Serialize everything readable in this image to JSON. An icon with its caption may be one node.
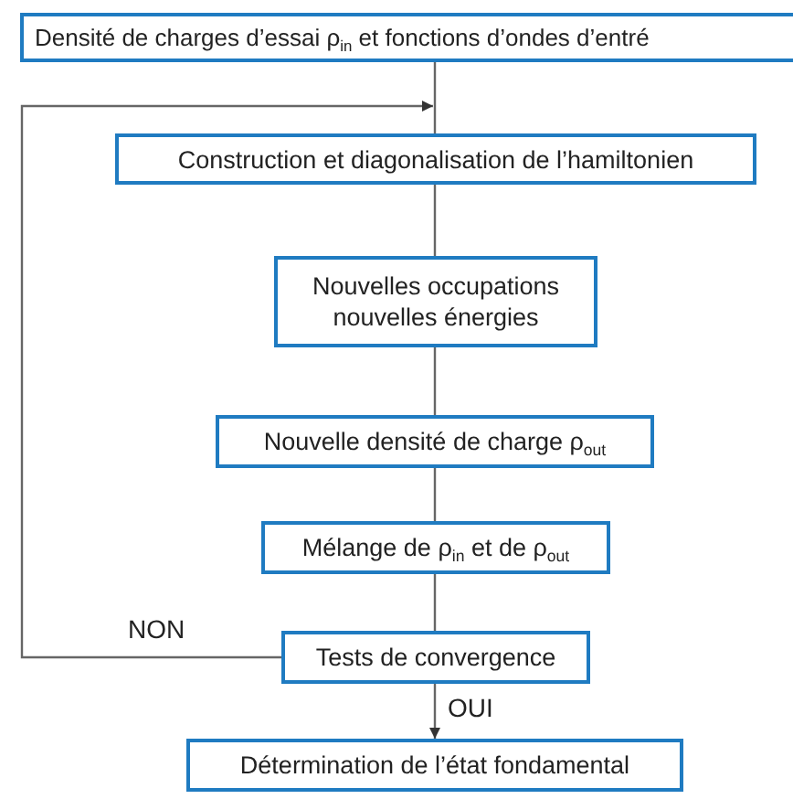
{
  "diagram": {
    "nodes": [
      {
        "text": [
          "Densité de charges d’essai ρ$_{in}$ et fonctions d’ondes d’entré"
        ]
      },
      {
        "text": [
          "Construction et diagonalisation de l’hamiltonien"
        ]
      },
      {
        "text": [
          "Nouvelles occupations nouvelles énergies"
        ]
      },
      {
        "text": [
          "Nouvelle densité de charge ρ$_{out}$"
        ]
      },
      {
        "text": [
          "Mélange de ρ$_{in}$ et de ρ$_{out}$"
        ]
      },
      {
        "text": [
          "Tests de convergence"
        ]
      },
      {
        "text": [
          "Détermination de l’état fondamental"
        ]
      }
    ],
    "edges": [
      {
        "from": 0,
        "to": 1,
        "arrow": "none"
      },
      {
        "from": 1,
        "to": 2,
        "arrow": "none"
      },
      {
        "from": 2,
        "to": 3,
        "arrow": "none"
      },
      {
        "from": 3,
        "to": 4,
        "arrow": "none"
      },
      {
        "from": 4,
        "to": 5,
        "arrow": "none"
      },
      {
        "from": 5,
        "to": 1,
        "arrow": "to",
        "label": "NON"
      },
      {
        "from": 5,
        "to": 6,
        "arrow": "to",
        "label": "OUI"
      }
    ]
  }
}
